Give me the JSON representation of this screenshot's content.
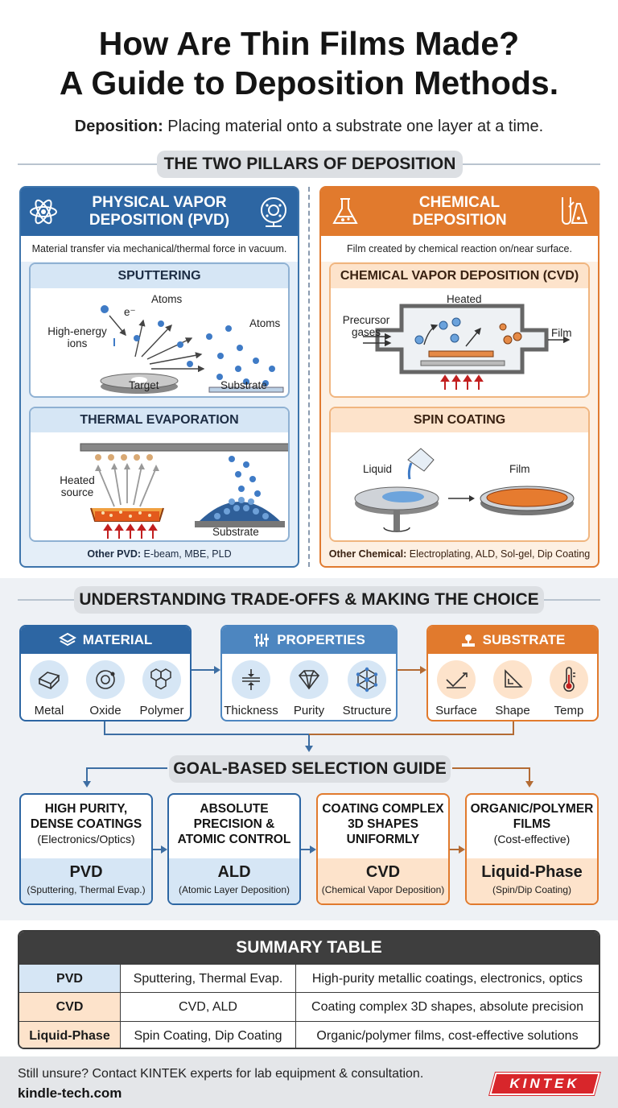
{
  "title_line1": "How Are Thin Films Made?",
  "title_line2": "A Guide to Deposition Methods.",
  "subtitle_bold": "Deposition:",
  "subtitle_text": " Placing material onto a substrate one layer at a time.",
  "section1": "THE TWO PILLARS OF DEPOSITION",
  "pvd": {
    "heading": "PHYSICAL VAPOR DEPOSITION (PVD)",
    "desc": "Material transfer via mechanical/thermal force in vacuum.",
    "sputtering": {
      "title": "SPUTTERING",
      "atoms1": "Atoms",
      "electron": "e⁻",
      "atoms2": "Atoms",
      "ions": "High-energy ions",
      "target": "Target",
      "substrate": "Substrate"
    },
    "evaporation": {
      "title": "THERMAL EVAPORATION",
      "source": "Heated source",
      "substrate": "Substrate"
    },
    "other_bold": "Other PVD:",
    "other_text": " E-beam, MBE, PLD"
  },
  "chem": {
    "heading": "CHEMICAL DEPOSITION",
    "desc": "Film created by chemical reaction on/near surface.",
    "cvd": {
      "title": "CHEMICAL VAPOR DEPOSITION (CVD)",
      "heated": "Heated",
      "precursor": "Precursor gases",
      "film": "Film"
    },
    "spin": {
      "title": "SPIN COATING",
      "liquid": "Liquid",
      "film": "Film"
    },
    "other_bold": "Other Chemical:",
    "other_text": " Electroplating, ALD, Sol-gel, Dip Coating"
  },
  "section2": "UNDERSTANDING TRADE-OFFS & MAKING THE CHOICE",
  "factors": {
    "material": {
      "title": "MATERIAL",
      "items": [
        "Metal",
        "Oxide",
        "Polymer"
      ]
    },
    "properties": {
      "title": "PROPERTIES",
      "items": [
        "Thickness",
        "Purity",
        "Structure"
      ]
    },
    "substrate": {
      "title": "SUBSTRATE",
      "items": [
        "Surface",
        "Shape",
        "Temp"
      ]
    }
  },
  "section3": "GOAL-BASED SELECTION GUIDE",
  "goals": [
    {
      "line1": "HIGH PURITY,",
      "line2": "DENSE COATINGS",
      "line3": "(Electronics/Optics)",
      "method": "PVD",
      "detail": "(Sputtering, Thermal Evap.)"
    },
    {
      "line1": "ABSOLUTE",
      "line2": "PRECISION &",
      "line3": "ATOMIC CONTROL",
      "method": "ALD",
      "detail": "(Atomic Layer Deposition)"
    },
    {
      "line1": "COATING COMPLEX",
      "line2": "3D SHAPES",
      "line3": "UNIFORMLY",
      "method": "CVD",
      "detail": "(Chemical Vapor Deposition)"
    },
    {
      "line1": "ORGANIC/POLYMER",
      "line2": "FILMS",
      "line3": "(Cost-effective)",
      "method": "Liquid-Phase",
      "detail": "(Spin/Dip Coating)"
    }
  ],
  "summary": {
    "title": "SUMMARY TABLE",
    "rows": [
      [
        "PVD",
        "Sputtering, Thermal Evap.",
        "High-purity metallic coatings, electronics, optics"
      ],
      [
        "CVD",
        "CVD, ALD",
        "Coating complex 3D shapes, absolute precision"
      ],
      [
        "Liquid-Phase",
        "Spin Coating, Dip Coating",
        "Organic/polymer films, cost-effective solutions"
      ]
    ]
  },
  "footer": {
    "line1": "Still unsure? Contact KINTEK experts for lab equipment & consultation.",
    "line2": "kindle-tech.com",
    "logo": "KINTEK"
  },
  "colors": {
    "blue": "#2d66a3",
    "orange": "#e17a2d",
    "light_blue": "#d6e6f5",
    "light_orange": "#fde3cb"
  }
}
